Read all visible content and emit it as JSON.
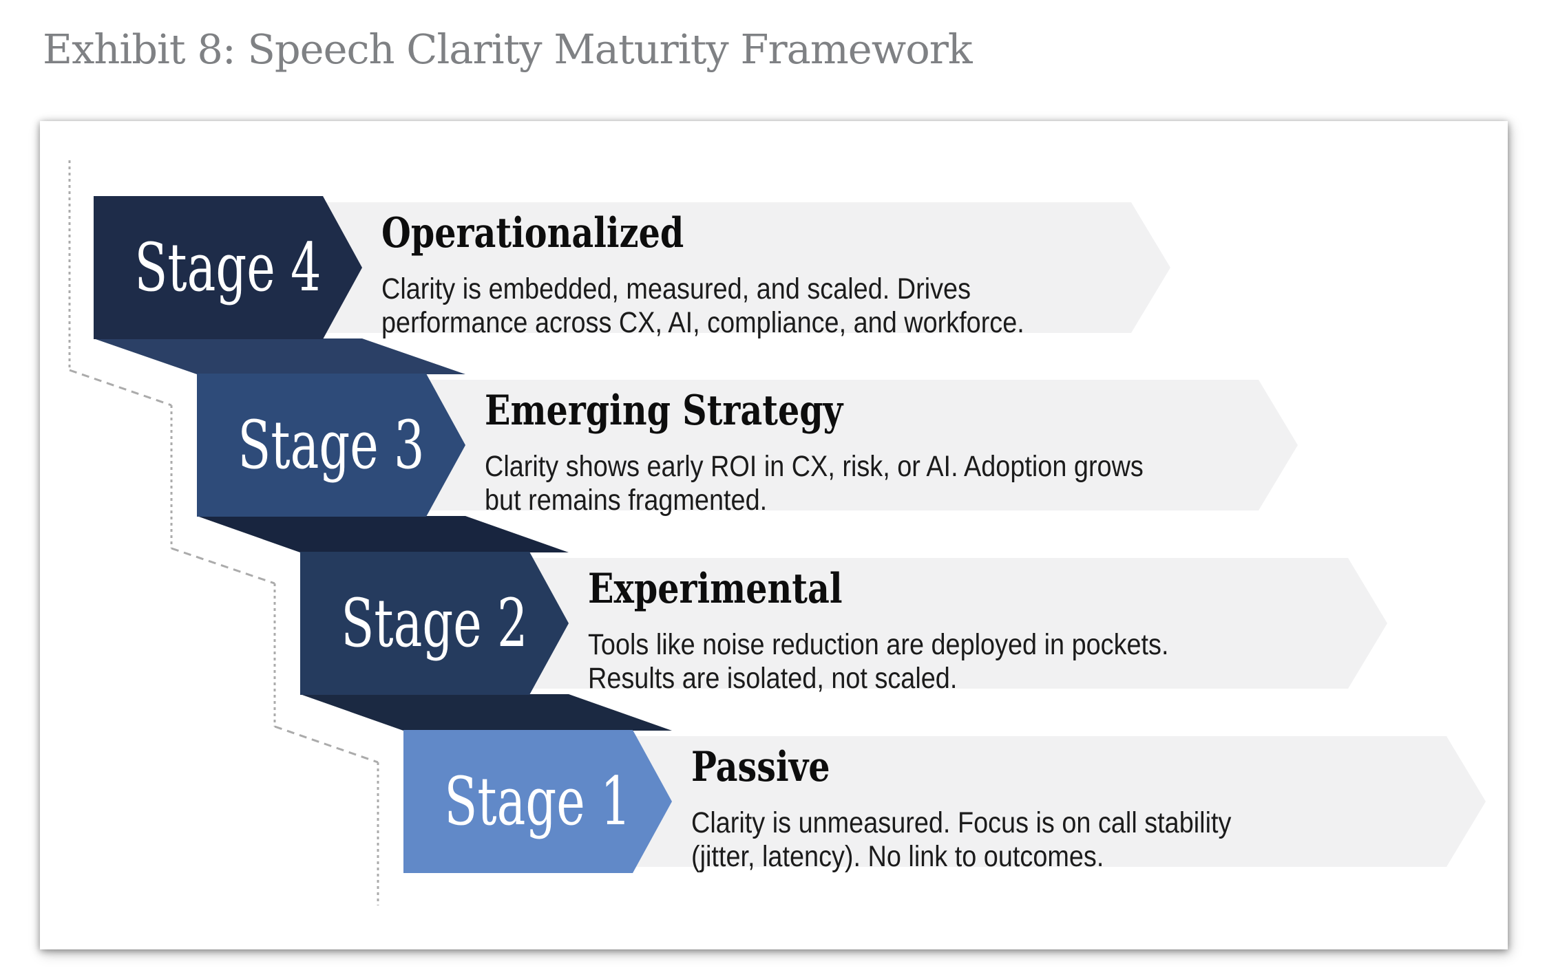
{
  "exhibit_title": "Exhibit 8: Speech Clarity Maturity Framework",
  "colors": {
    "title_text": "#7F8184",
    "stage4": "#1E2C49",
    "stage3": "#2E4B79",
    "stage2": "#253B5E",
    "stage1": "#6189C8",
    "connector_4_3": "#2B4066",
    "connector_3_2": "#18253F",
    "connector_2_1": "#1B2942",
    "arrow_bg": "#F1F1F2",
    "dashed_line": "#ABABAB",
    "panel_bg": "#FFFFFF"
  },
  "stages": [
    {
      "label": "Stage 4",
      "heading": "Operationalized",
      "lines": [
        "Clarity is embedded, measured, and scaled. Drives",
        "performance across CX, AI, compliance, and workforce."
      ]
    },
    {
      "label": "Stage 3",
      "heading": "Emerging Strategy",
      "lines": [
        "Clarity shows early ROI in CX, risk, or AI. Adoption grows",
        "but remains fragmented."
      ]
    },
    {
      "label": "Stage 2",
      "heading": "Experimental",
      "lines": [
        "Tools like noise reduction are deployed in pockets.",
        "Results are isolated, not scaled."
      ]
    },
    {
      "label": "Stage 1",
      "heading": "Passive",
      "lines": [
        "Clarity is unmeasured. Focus is on call stability",
        "(jitter, latency). No link to outcomes."
      ]
    }
  ]
}
